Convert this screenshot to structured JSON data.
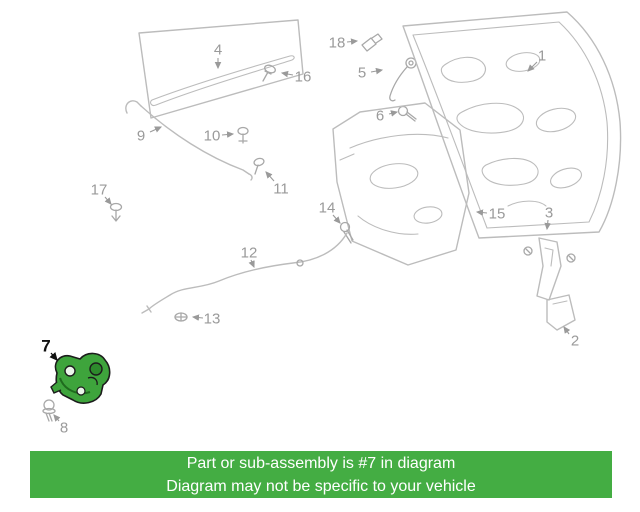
{
  "banner": {
    "line1": "Part or sub-assembly is #7 in diagram",
    "line2": "Diagram may not be specific to your vehicle",
    "bg_color": "#44ad43",
    "text_color": "#ffffff"
  },
  "diagram": {
    "type": "exploded-parts-diagram",
    "subject": "vehicle hood assembly",
    "highlighted_part": "7",
    "highlight_fill_color": "#3ea43c",
    "line_color": "#bcbcbc",
    "label_color": "#9a9a9a",
    "labels": [
      {
        "label": "4"
      },
      {
        "label": "18"
      },
      {
        "label": "16"
      },
      {
        "label": "5"
      },
      {
        "label": "6"
      },
      {
        "label": "1"
      },
      {
        "label": "9"
      },
      {
        "label": "10"
      },
      {
        "label": "11"
      },
      {
        "label": "17"
      },
      {
        "label": "14"
      },
      {
        "label": "15"
      },
      {
        "label": "3"
      },
      {
        "label": "2"
      },
      {
        "label": "12"
      },
      {
        "label": "13"
      },
      {
        "label": "7"
      },
      {
        "label": "8"
      }
    ]
  }
}
